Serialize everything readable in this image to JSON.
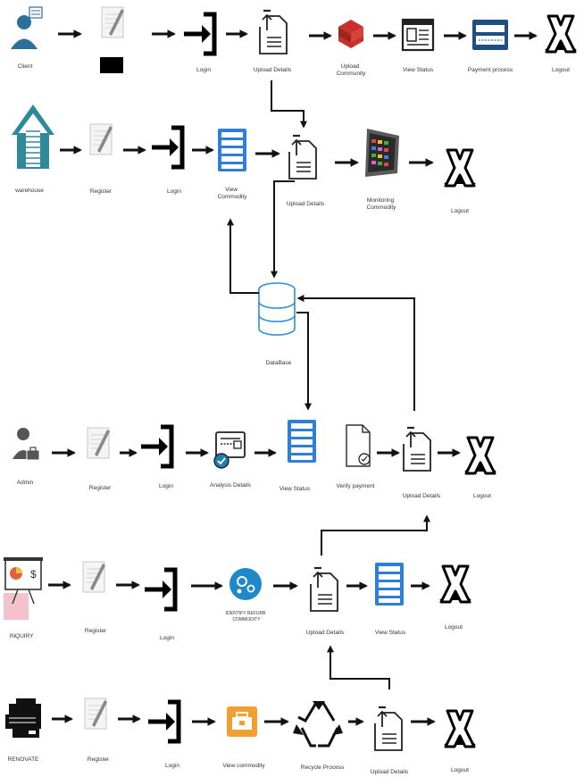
{
  "rows": {
    "client": {
      "actor": "Client",
      "steps": [
        "Login",
        "Upload Details",
        "Upload Community",
        "View Status",
        "Payment process",
        "Logout"
      ]
    },
    "warehouse": {
      "actor": "warehouse",
      "steps": [
        "Register",
        "Login",
        "View Commodity",
        "Upload Details",
        "Monitoring Commodity",
        "Logout"
      ]
    },
    "database": {
      "label": "DataBase"
    },
    "admin": {
      "actor": "Admin",
      "steps": [
        "Register",
        "Login",
        "Analysis Details",
        "View Status",
        "Verify payment",
        "Upload Details",
        "Logout"
      ]
    },
    "inquiry": {
      "actor": "INQUIRY",
      "steps": [
        "Register",
        "Login",
        "IDENTIFY REFURB COMMODITY",
        "Upload Details",
        "View Status",
        "Logout"
      ]
    },
    "renovate": {
      "actor": "RENOVATE",
      "steps": [
        "Register",
        "Login",
        "View commodity",
        "Recycle Process",
        "Upload Details",
        "Logout"
      ]
    }
  },
  "colors": {
    "accent_blue": "#2f7fd6",
    "warehouse_teal": "#2e8a9a",
    "redis_red": "#c9302c",
    "orange": "#f0a030",
    "inquiry_pink": "#f4c2cf"
  }
}
